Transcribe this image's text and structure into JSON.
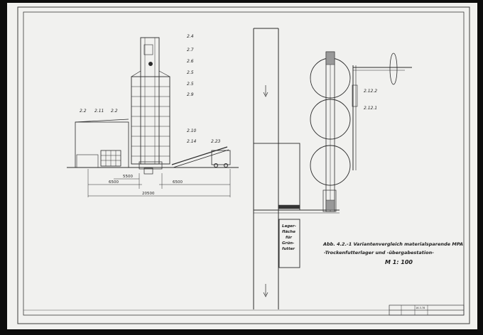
{
  "elevation": {
    "level_labels": [
      "2.4",
      "2.7",
      "2.6",
      "2.5",
      "2.5",
      "2.9",
      "2.10",
      "2.14",
      "2.23"
    ],
    "left_labels": [
      "2.2",
      "2.11",
      "2.2"
    ],
    "dimensions": {
      "center": "5500",
      "left": "6500",
      "right": "6500",
      "total": "20500"
    }
  },
  "plan": {
    "labels": [
      "2.12.2",
      "2.12.1"
    ],
    "storage_area": [
      "Lager-",
      "fläche",
      "für",
      "Grün-",
      "futter"
    ]
  },
  "caption": {
    "line1": "Abb. 4.2.-1  Variantenvergleich materialsparende MPA",
    "line2": "-Trockenfutterlager und -übergabestation-",
    "scale": "M 1: 100"
  },
  "title_block": {
    "date": "16.3.78"
  }
}
